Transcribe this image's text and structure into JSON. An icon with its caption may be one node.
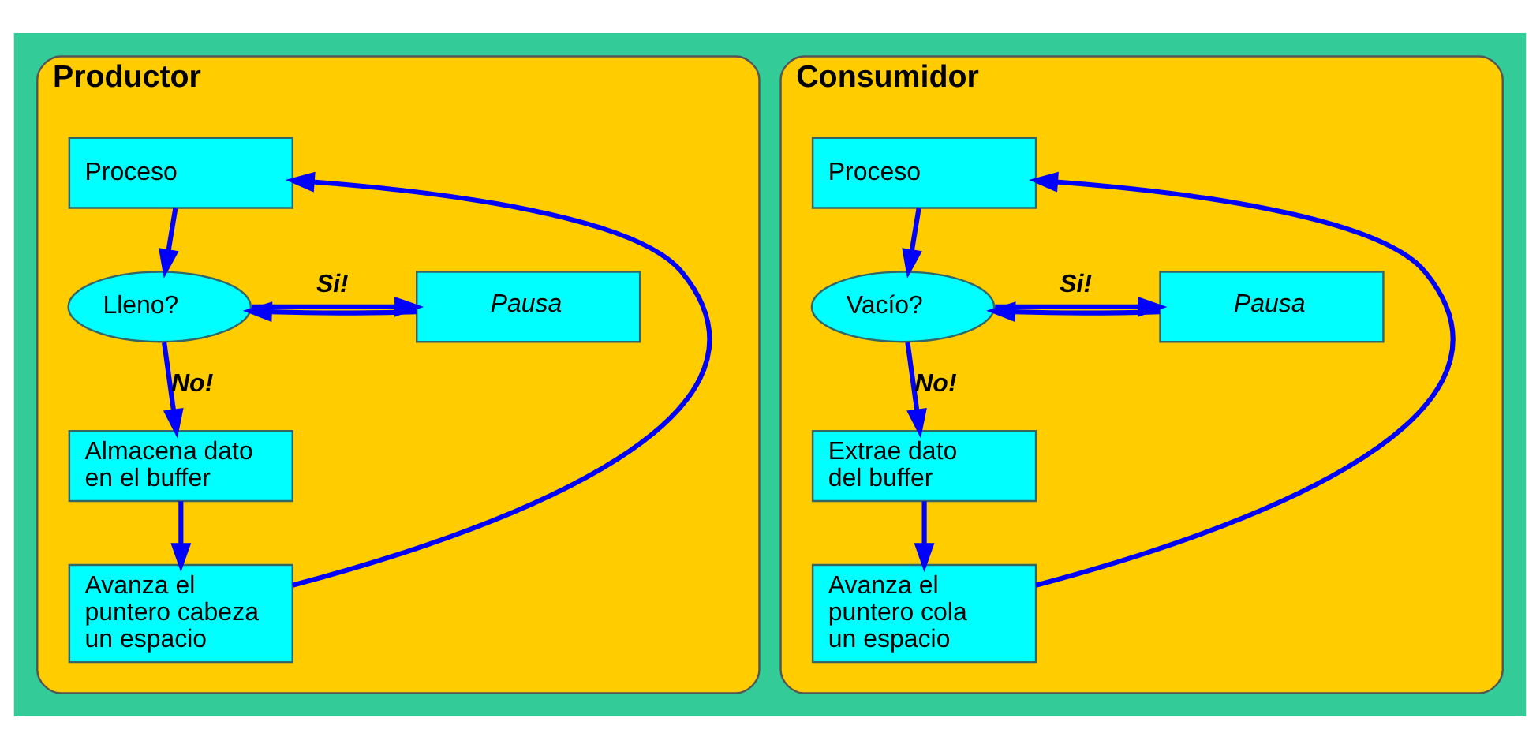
{
  "diagram": {
    "nodes": [
      {
        "text": [
          "Productor"
        ]
      },
      {
        "text": [
          "Proceso"
        ],
        "in": 0
      },
      {
        "text": [
          "Lleno?"
        ],
        "in": 0
      },
      {
        "text": [
          "Pausa"
        ],
        "in": 0
      },
      {
        "text": [
          "Almacena dato en el buffer"
        ],
        "in": 0
      },
      {
        "text": [
          "Avanza el puntero cabeza un espacio"
        ],
        "in": 0
      },
      {
        "text": [
          "Consumidor"
        ]
      },
      {
        "text": [
          "Proceso"
        ],
        "in": 6
      },
      {
        "text": [
          "Vacío?"
        ],
        "in": 6
      },
      {
        "text": [
          "Pausa"
        ],
        "in": 6
      },
      {
        "text": [
          "Extrae dato del buffer"
        ],
        "in": 6
      },
      {
        "text": [
          "Avanza el puntero cola un espacio"
        ],
        "in": 6
      }
    ],
    "edges": [
      {
        "from": 1,
        "to": 2,
        "arrow": "to"
      },
      {
        "from": 2,
        "to": 3,
        "arrow": "to",
        "label": "Si!"
      },
      {
        "from": 3,
        "to": 2,
        "arrow": "to"
      },
      {
        "from": 2,
        "to": 4,
        "arrow": "to",
        "label": "No!"
      },
      {
        "from": 4,
        "to": 5,
        "arrow": "to"
      },
      {
        "from": 5,
        "to": 1,
        "arrow": "to"
      },
      {
        "from": 7,
        "to": 8,
        "arrow": "to"
      },
      {
        "from": 8,
        "to": 9,
        "arrow": "to",
        "label": "Si!"
      },
      {
        "from": 9,
        "to": 8,
        "arrow": "to"
      },
      {
        "from": 8,
        "to": 10,
        "arrow": "to",
        "label": "No!"
      },
      {
        "from": 10,
        "to": 11,
        "arrow": "to"
      },
      {
        "from": 11,
        "to": 7,
        "arrow": "to"
      }
    ]
  }
}
